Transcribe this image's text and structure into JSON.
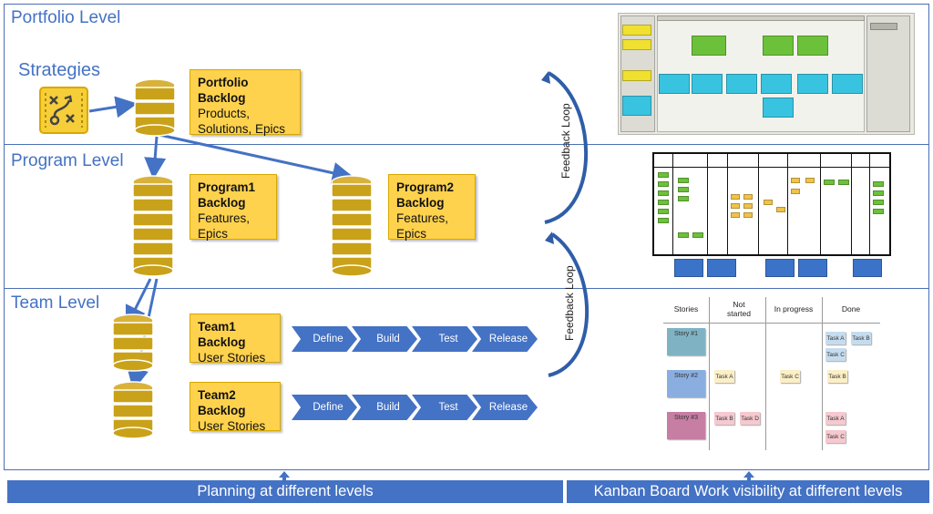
{
  "levels": {
    "portfolio": "Portfolio Level",
    "program": "Program Level",
    "team": "Team Level"
  },
  "strategies_label": "Strategies",
  "backlogs": {
    "portfolio": {
      "title_line1": "Portfolio",
      "title_line2": "Backlog",
      "desc_line1": "Products,",
      "desc_line2": "Solutions, Epics"
    },
    "program1": {
      "title_line1": "Program1",
      "title_line2": "Backlog",
      "desc_line1": "Features,",
      "desc_line2": "Epics"
    },
    "program2": {
      "title_line1": "Program2",
      "title_line2": "Backlog",
      "desc_line1": "Features,",
      "desc_line2": "Epics"
    },
    "team1": {
      "title_line1": "Team1",
      "title_line2": "Backlog",
      "desc_line1": "User Stories"
    },
    "team2": {
      "title_line1": "Team2",
      "title_line2": "Backlog",
      "desc_line1": "User Stories"
    }
  },
  "pipeline_team1": [
    "Define",
    "Build",
    "Test",
    "Release"
  ],
  "pipeline_team2": [
    "Define",
    "Build",
    "Test",
    "Release"
  ],
  "feedback_labels": [
    "Feedback Loop",
    "Feedback Loop"
  ],
  "footer": {
    "left": "Planning at different levels",
    "right": "Kanban Board Work visibility at different levels"
  },
  "team_kanban": {
    "columns": [
      "Stories",
      "Not started",
      "In progress",
      "Done"
    ],
    "stories": [
      "Story #1",
      "Story #2",
      "Story #3"
    ],
    "tasks": {
      "row1_done": [
        "Task A",
        "Task B",
        "Task C"
      ],
      "row2_not_started": [
        "Task A"
      ],
      "row2_in_progress": [
        "Task C"
      ],
      "row2_done": [
        "Task B"
      ],
      "row3_not_started": [
        "Task B",
        "Task D"
      ],
      "row3_done": [
        "Task A",
        "Task C"
      ]
    }
  },
  "colors": {
    "accent_blue": "#4472c4",
    "backlog_yellow": "#ffd24d",
    "database_gold": "#c9a21a",
    "arrow_blue": "#4472c4"
  }
}
